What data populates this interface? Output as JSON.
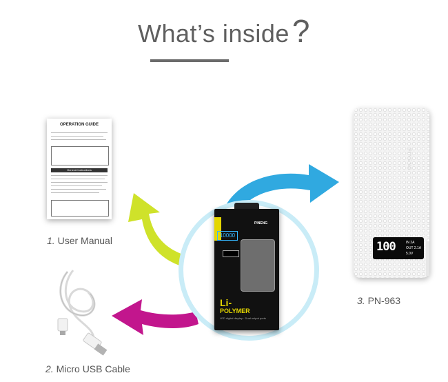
{
  "title": {
    "text": "What’s inside",
    "mark": "?"
  },
  "items": [
    {
      "num": "1.",
      "label": "User Manual"
    },
    {
      "num": "2.",
      "label": "Micro USB Cable"
    },
    {
      "num": "3.",
      "label": "PN-963"
    }
  ],
  "manual": {
    "heading": "OPERATION GUIDE",
    "section": "General Instructions"
  },
  "box": {
    "brand": "PINENG",
    "capacity": "10000",
    "li": "Li-",
    "polymer": "POLYMER",
    "tagline": "LED digital display · Dual output ports"
  },
  "bank": {
    "logo": "PINENG",
    "percent": "100",
    "in_label": "IN 2A",
    "out_label": "OUT 2.1A",
    "volt_label": "5.0V"
  },
  "colors": {
    "arrow_blue": "#30a9e0",
    "arrow_yellow": "#cfe22a",
    "arrow_magenta": "#c2168d",
    "circle": "#c9ecf7",
    "title": "#5f5f5f"
  },
  "icons": [
    "arrow-blue-icon",
    "arrow-yellow-icon",
    "arrow-magenta-icon",
    "usb-cable-icon"
  ]
}
